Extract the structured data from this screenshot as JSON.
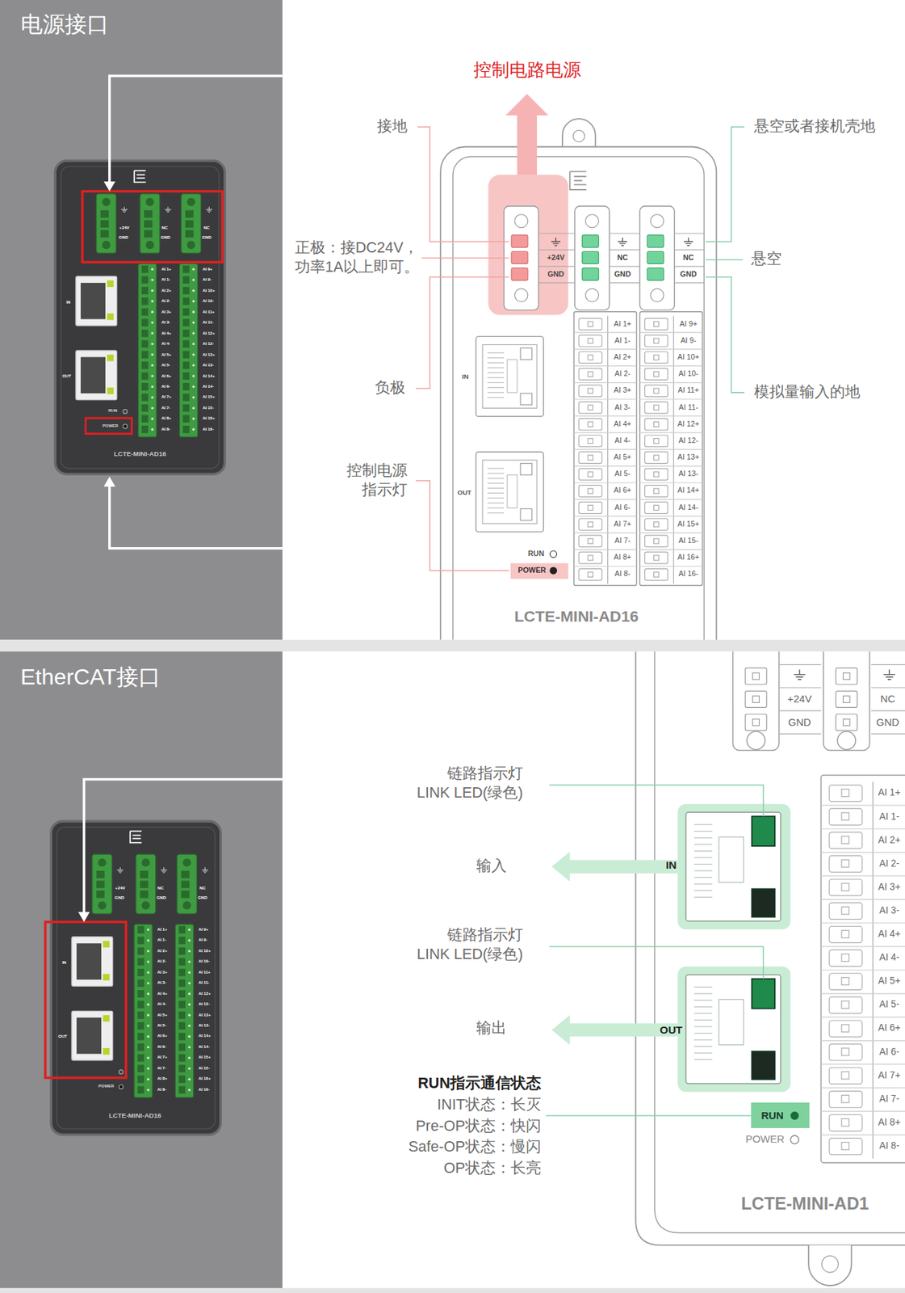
{
  "diagram": {
    "nodes": [
      {
        "text": [
          "LCTE-MINI-AD16"
        ]
      },
      {
        "text": [
          "LCTE-MINI-AD16"
        ]
      },
      {
        "text": [
          "LCTE-MINI-AD16"
        ]
      },
      {
        "text": [
          "LCTE-MINI-AD1"
        ]
      }
    ],
    "labels": [
      "电源接口",
      "控制电路电源",
      "接地",
      "正极：接DC24V，功率1A以上即可。",
      "负极",
      "控制电源 指示灯",
      "悬空或者接机壳地",
      "悬空",
      "模拟量输入的地",
      "+24V",
      "GND",
      "NC",
      "GND",
      "NC",
      "GND",
      "AI 1+",
      "AI 1-",
      "AI 2+",
      "AI 2-",
      "AI 3+",
      "AI 3-",
      "AI 4+",
      "AI 4-",
      "AI 5+",
      "AI 5-",
      "AI 6+",
      "AI 6-",
      "AI 7+",
      "AI 7-",
      "AI 8+",
      "AI 8-",
      "AI 9+",
      "AI 9-",
      "AI 10+",
      "AI 10-",
      "AI 11+",
      "AI 11-",
      "AI 12+",
      "AI 12-",
      "AI 13+",
      "AI 13-",
      "AI 14+",
      "AI 14-",
      "AI 15+",
      "AI 15-",
      "AI 16+",
      "AI 16-",
      "IN",
      "OUT",
      "RUN",
      "POWER",
      "+24V",
      "GND",
      "NC",
      "GND",
      "NC",
      "GND",
      "AI 1+",
      "AI 1-",
      "AI 2+",
      "AI 2-",
      "AI 3+",
      "AI 3-",
      "AI 4+",
      "AI 4-",
      "AI 5+",
      "AI 5-",
      "AI 6+",
      "AI 6-",
      "AI 7+",
      "AI 7-",
      "AI 8+",
      "AI 8-",
      "AI 9+",
      "AI 9-",
      "AI 10+",
      "AI 10-",
      "AI 11+",
      "AI 11-",
      "AI 12+",
      "AI 12-",
      "AI 13+",
      "AI 13-",
      "AI 14+",
      "AI 14-",
      "AI 15+",
      "AI 15-",
      "AI 16+",
      "AI 16-",
      "IN",
      "OUT",
      "RUN",
      "POWER",
      "EtherCAT接口",
      "链路指示灯 LINK LED(绿色)",
      "输入",
      "链路指示灯 LINK LED(绿色)",
      "输出",
      "RUN指示通信状态",
      "INIT状态：长灭",
      "Pre-OP状态：快闪",
      "Safe-OP状态：慢闪",
      "OP状态：长亮",
      "+24V",
      "GND",
      "NC",
      "GND",
      "NC",
      "GND",
      "AI 1+",
      "AI 1-",
      "AI 2+",
      "AI 2-",
      "AI 3+",
      "AI 3-",
      "AI 4+",
      "AI 4-",
      "AI 5+",
      "AI 5-",
      "AI 6+",
      "AI 6-",
      "AI 7+",
      "AI 7-",
      "AI 8+",
      "AI 8-",
      "AI 9+",
      "AI 9-",
      "AI 10+",
      "AI 10-",
      "AI 11+",
      "AI 11-",
      "AI 12+",
      "AI 12-",
      "AI 13+",
      "AI 13-",
      "AI 14+",
      "AI 14-",
      "AI 15+",
      "AI 15-",
      "AI 16+",
      "AI 16-",
      "IN",
      "OUT",
      "POWER",
      "+24V",
      "GND",
      "NC",
      "GND",
      "AI 1+",
      "AI 1-",
      "AI 2+",
      "AI 2-",
      "AI 3+",
      "AI 3-",
      "AI 4+",
      "AI 4-",
      "AI 5+",
      "AI 5-",
      "AI 6+",
      "AI 6-",
      "AI 7+",
      "AI 7-",
      "AI 8+",
      "AI 8-",
      "IN",
      "OUT",
      "RUN",
      "POWER"
    ]
  }
}
